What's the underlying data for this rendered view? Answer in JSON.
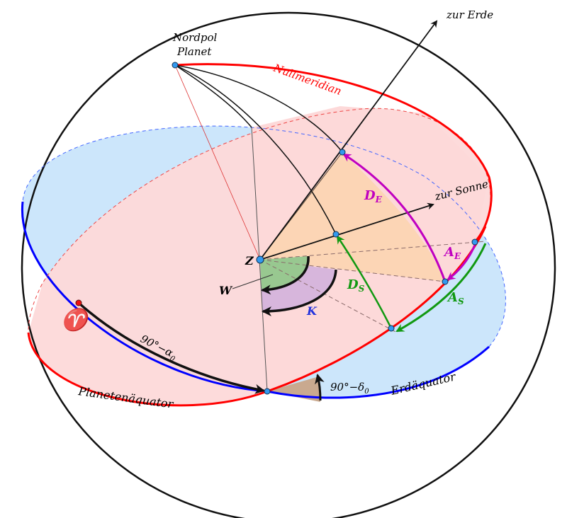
{
  "labels": {
    "earth": "zur Erde",
    "sun": "zur Sonne",
    "north_pole_line1": "Nordpol",
    "north_pole_line2": "Planet",
    "prime_meridian": "Nullmeridian",
    "z": "Z",
    "w": "W",
    "k": "K",
    "d_e": "D",
    "d_e_sub": "E",
    "d_s": "D",
    "d_s_sub": "S",
    "a_e": "A",
    "a_e_sub": "E",
    "a_s": "A",
    "a_s_sub": "S",
    "aries": "♈",
    "alpha": "90°−α",
    "alpha_sub": "0",
    "delta": "90°−δ",
    "delta_sub": "0",
    "planet_equator": "Planetenäquator",
    "earth_equator": "Erdäquator"
  },
  "colors": {
    "earth_plane": "#cce6fb",
    "planet_plane": "#fdd9d9",
    "red": "#ff0000",
    "blue": "#0000ff",
    "magenta": "#c000c0",
    "green": "#119911",
    "point": "#3399ee"
  }
}
